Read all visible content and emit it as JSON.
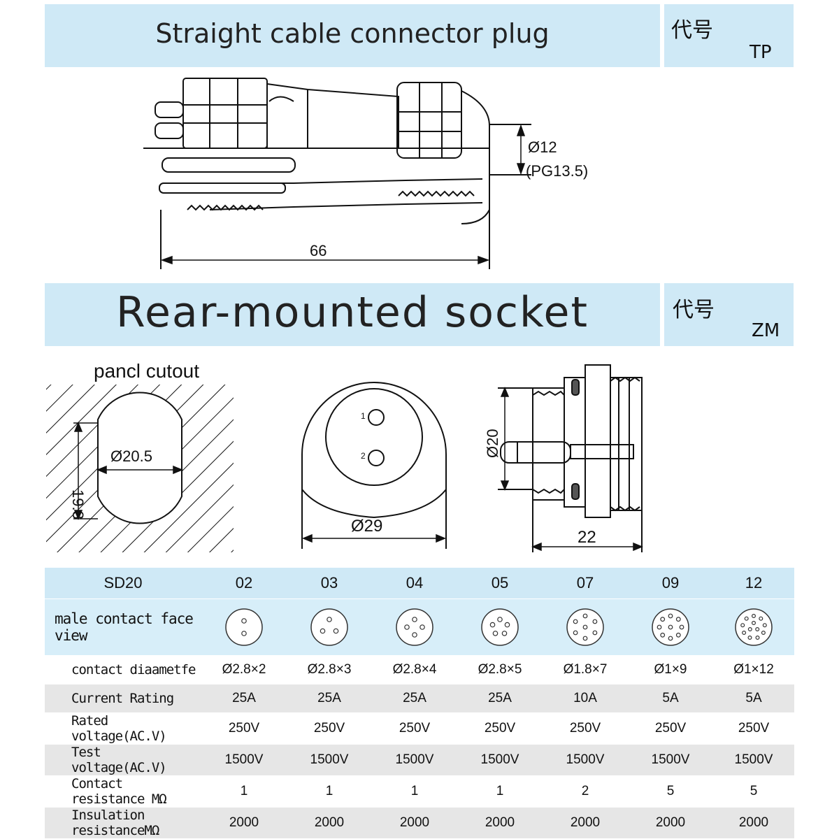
{
  "section_plug": {
    "title": "Straight cable connector plug",
    "code_label": "代号",
    "code_value": "TP",
    "dims": {
      "cable_dia": "Ø12",
      "pg": "(PG13.5)",
      "length": "66"
    }
  },
  "section_socket": {
    "title": "Rear-mounted socket",
    "code_label": "代号",
    "code_value": "ZM",
    "cutout_label": "pancl cutout",
    "dims": {
      "cutout_dia": "Ø20.5",
      "cutout_flat": "19.3",
      "face_dia": "Ø29",
      "pin1": "1",
      "pin2": "2",
      "thread_dia": "Ø20",
      "length": "22"
    }
  },
  "table": {
    "header": [
      "SD20",
      "02",
      "03",
      "04",
      "05",
      "07",
      "09",
      "12"
    ],
    "face_label": "male contact face view",
    "pin_counts": [
      2,
      3,
      4,
      5,
      7,
      9,
      12
    ],
    "rows": [
      {
        "label": "contact diaametfe",
        "values": [
          "Ø2.8×2",
          "Ø2.8×3",
          "Ø2.8×4",
          "Ø2.8×5",
          "Ø1.8×7",
          "Ø1×9",
          "Ø1×12"
        ]
      },
      {
        "label": "Current Rating",
        "values": [
          "25A",
          "25A",
          "25A",
          "25A",
          "10A",
          "5A",
          "5A"
        ]
      },
      {
        "label": "Rated voltage(AC.V)",
        "values": [
          "250V",
          "250V",
          "250V",
          "250V",
          "250V",
          "250V",
          "250V"
        ]
      },
      {
        "label": "Test voltage(AC.V)",
        "values": [
          "1500V",
          "1500V",
          "1500V",
          "1500V",
          "1500V",
          "1500V",
          "1500V"
        ]
      },
      {
        "label": "Contact resistance MΩ",
        "values": [
          "1",
          "1",
          "1",
          "1",
          "2",
          "5",
          "5"
        ]
      },
      {
        "label": "Insulation resistanceMΩ",
        "values": [
          "2000",
          "2000",
          "2000",
          "2000",
          "2000",
          "2000",
          "2000"
        ]
      }
    ]
  }
}
